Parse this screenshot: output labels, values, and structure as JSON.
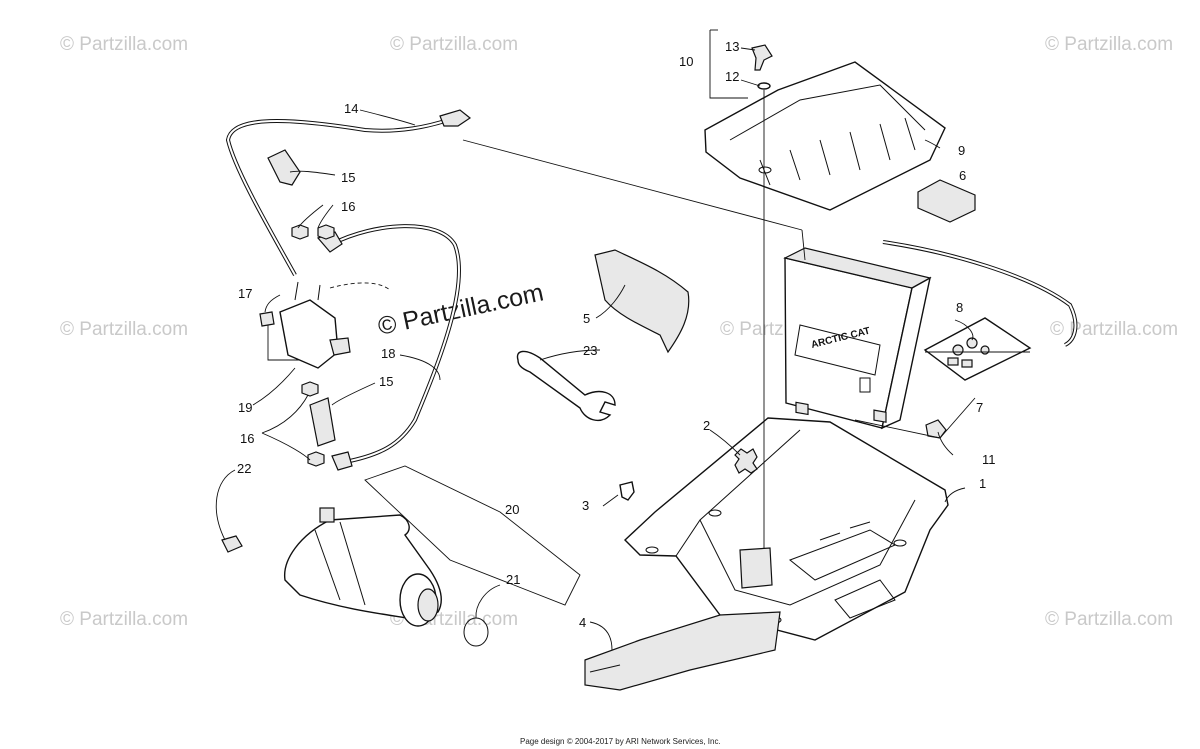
{
  "watermark": {
    "text": "© Partzilla.com",
    "main_text": "© Partzilla.com"
  },
  "callouts": {
    "c1": "1",
    "c2": "2",
    "c3": "3",
    "c4": "4",
    "c5": "5",
    "c6": "6",
    "c7": "7",
    "c8": "8",
    "c9": "9",
    "c10": "10",
    "c11": "11",
    "c12": "12",
    "c13": "13",
    "c14": "14",
    "c15a": "15",
    "c15b": "15",
    "c16a": "16",
    "c16b": "16",
    "c17": "17",
    "c18": "18",
    "c19": "19",
    "c20": "20",
    "c21": "21",
    "c22": "22",
    "c23": "23"
  },
  "battery": {
    "brand_label": "ARCTIC CAT"
  },
  "footer": {
    "copyright": "Page design © 2004-2017 by ARI Network Services, Inc."
  }
}
